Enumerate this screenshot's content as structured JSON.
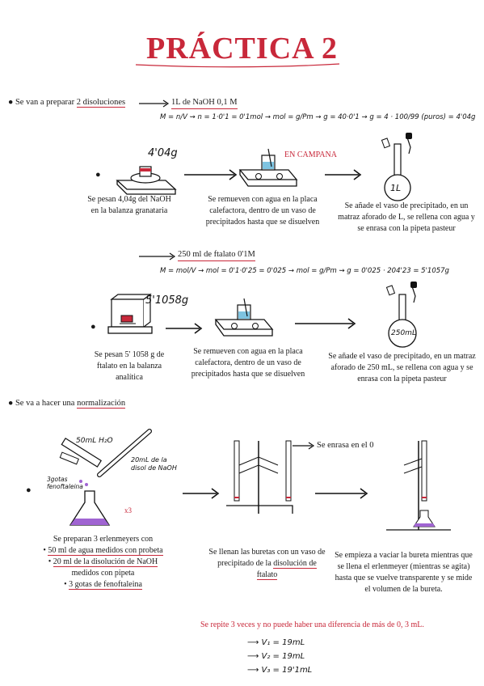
{
  "title": "PRÁCTICA 2",
  "section1": {
    "intro_prefix": "Se van a preparar",
    "intro_underlined": "2 disoluciones",
    "target": "1L de NaOH 0,1 M",
    "formula": "M = n/V  ⇝ n = 1·0'1 = 0'1mol → mol = g/Pm → g = 40·0'1 → g = 4 · 100/99 (puros) = 4'04g",
    "weight_label": "4'04g",
    "campana_label": "EN CAMPANA",
    "flask_label": "1L",
    "step1": "Se pesan 4,04g del NaOH en la balanza granataria",
    "step2": "Se remueven con agua en la placa calefactora, dentro de un vaso de precipitados hasta que se disuelven",
    "step3": "Se añade el vaso de precipitado, en un matraz aforado de L, se rellena con agua y se enrasa con la pipeta pasteur"
  },
  "section2": {
    "target": "250 ml de ftalato 0'1M",
    "formula": "M = mol/V → mol = 0'1·0'25 = 0'025 → mol = g/Pm ⇝ g = 0'025 · 204'23 = 5'1057g",
    "weight_label": "5'1058g",
    "flask_label": "250mL",
    "step1": "Se pesan 5' 1058 g de ftalato en la balanza analítica",
    "step2": "Se remueven con agua en la placa calefactora, dentro de un vaso de precipitados hasta que se disuelven",
    "step3": "Se añade el vaso de precipitado, en un matraz aforado de 250 mL, se rellena con agua y se enrasa con la pipeta pasteur"
  },
  "section3": {
    "intro_prefix": "Se va a hacer una",
    "intro_underlined": "normalización",
    "label_water": "50mL H₂O",
    "label_naoh": "20mL de la disol de NaOH",
    "label_drops": "3gotas fenoftaleina",
    "label_x3": "x3",
    "label_enrasa": "Se enrasa en el 0",
    "step1_title": "Se preparan 3 erlenmeyers con",
    "step1_items": [
      "50 ml de agua medidos con probeta",
      "20 ml de la disolución de NaOH",
      "medidos con pipeta",
      "3 gotas de fenoftaleina"
    ],
    "step2_prefix": "Se llenan las buretas con un vaso de precipitado de la",
    "step2_underlined": "disolución de ftalato",
    "step3": "Se empieza a vaciar la bureta mientras que se llena el erlenmeyer (mientras se agita) hasta que se vuelve transparente y se mide el volumen de la bureta.",
    "repeat_note": "Se repite 3 veces y no puede haber una diferencia de más de 0, 3 mL.",
    "volumes": [
      "V₁ = 19mL",
      "V₂ = 19mL",
      "V₃ = 19'1mL"
    ]
  }
}
